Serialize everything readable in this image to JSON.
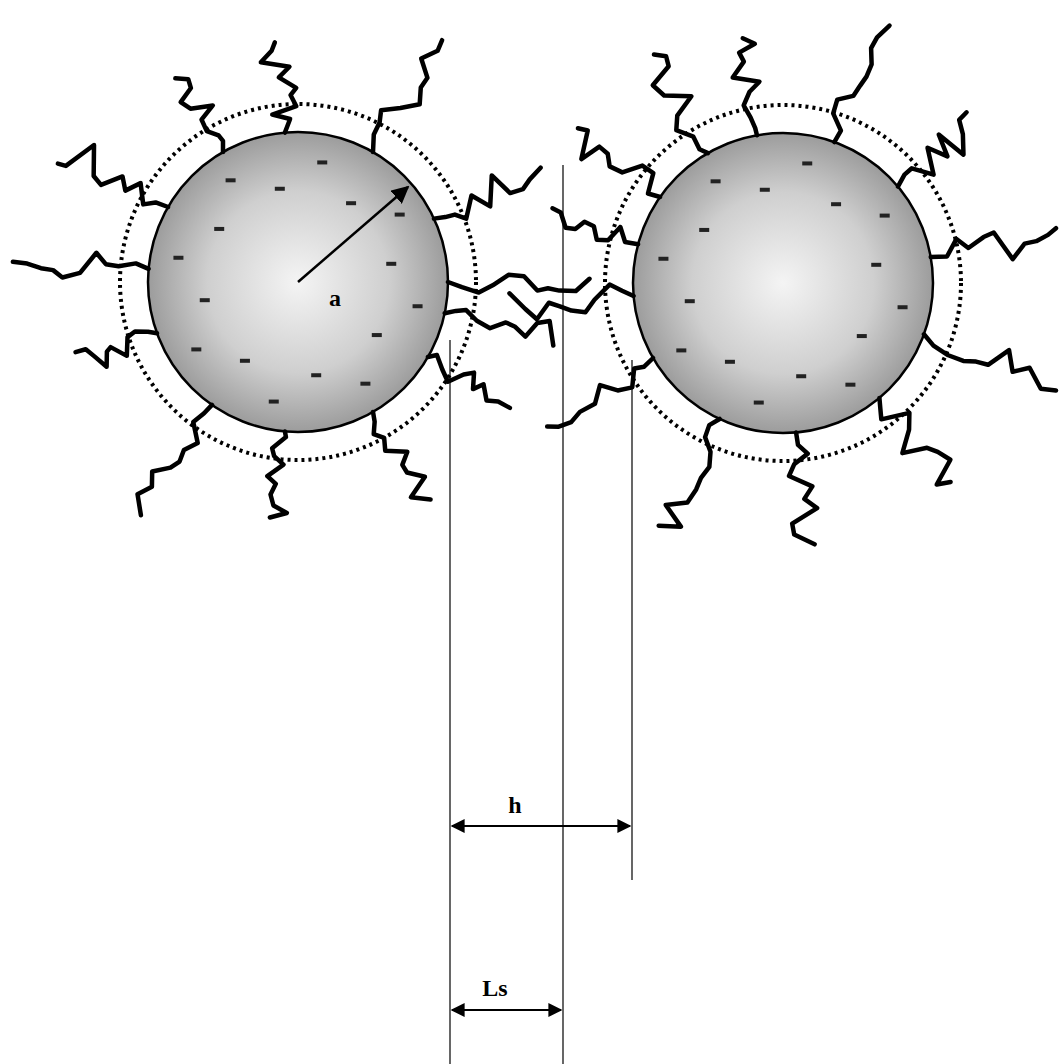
{
  "diagram": {
    "labels": [
      "a",
      "h",
      "Ls"
    ]
  }
}
